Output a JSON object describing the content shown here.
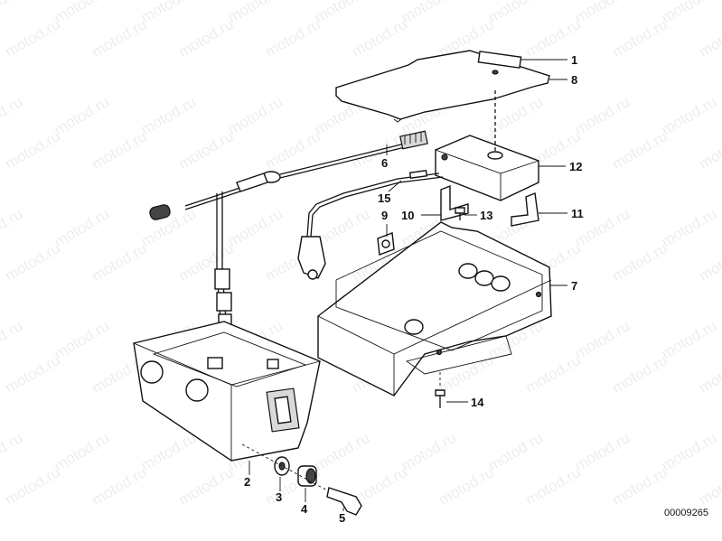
{
  "watermark": "motod.ru",
  "reference": "00009265",
  "callouts": [
    {
      "id": "1",
      "label": "1"
    },
    {
      "id": "8",
      "label": "8"
    },
    {
      "id": "6",
      "label": "6"
    },
    {
      "id": "12",
      "label": "12"
    },
    {
      "id": "15",
      "label": "15"
    },
    {
      "id": "9",
      "label": "9"
    },
    {
      "id": "10",
      "label": "10"
    },
    {
      "id": "13",
      "label": "13"
    },
    {
      "id": "11",
      "label": "11"
    },
    {
      "id": "7",
      "label": "7"
    },
    {
      "id": "14",
      "label": "14"
    },
    {
      "id": "2",
      "label": "2"
    },
    {
      "id": "3",
      "label": "3"
    },
    {
      "id": "4",
      "label": "4"
    },
    {
      "id": "5",
      "label": "5"
    }
  ]
}
